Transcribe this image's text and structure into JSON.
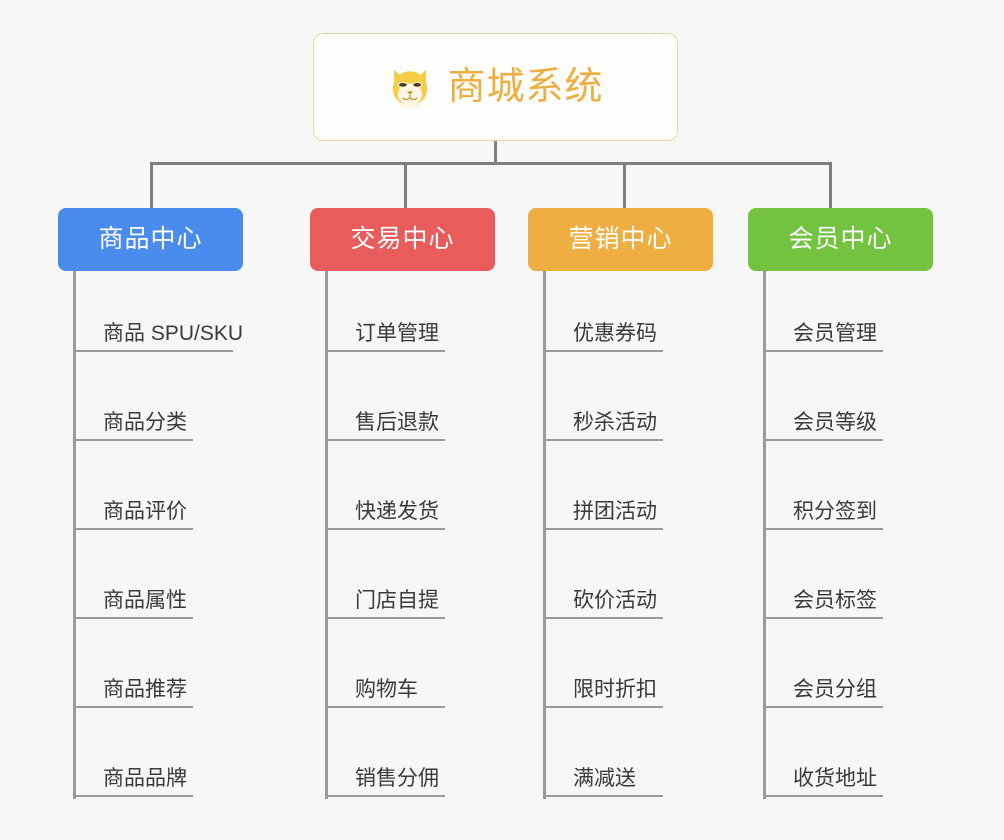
{
  "diagram": {
    "type": "organization-tree",
    "background_color": "#f7f7f7",
    "connector_color": "#808080",
    "root": {
      "label": "商城系统",
      "icon": "shiba-dog-face-icon",
      "text_color": "#eeae42",
      "border_color": "#e8a93c",
      "background_color": "#fefefc"
    },
    "branches": [
      {
        "label": "商品中心",
        "color": "#4a8ced",
        "items": [
          "商品 SPU/SKU",
          "商品分类",
          "商品评价",
          "商品属性",
          "商品推荐",
          "商品品牌"
        ]
      },
      {
        "label": "交易中心",
        "color": "#e85c5c",
        "items": [
          "订单管理",
          "售后退款",
          "快递发货",
          "门店自提",
          "购物车",
          "销售分佣"
        ]
      },
      {
        "label": "营销中心",
        "color": "#eeae42",
        "items": [
          "优惠券码",
          "秒杀活动",
          "拼团活动",
          "砍价活动",
          "限时折扣",
          "满减送"
        ]
      },
      {
        "label": "会员中心",
        "color": "#73c340",
        "items": [
          "会员管理",
          "会员等级",
          "积分签到",
          "会员标签",
          "会员分组",
          "收货地址"
        ]
      }
    ]
  }
}
